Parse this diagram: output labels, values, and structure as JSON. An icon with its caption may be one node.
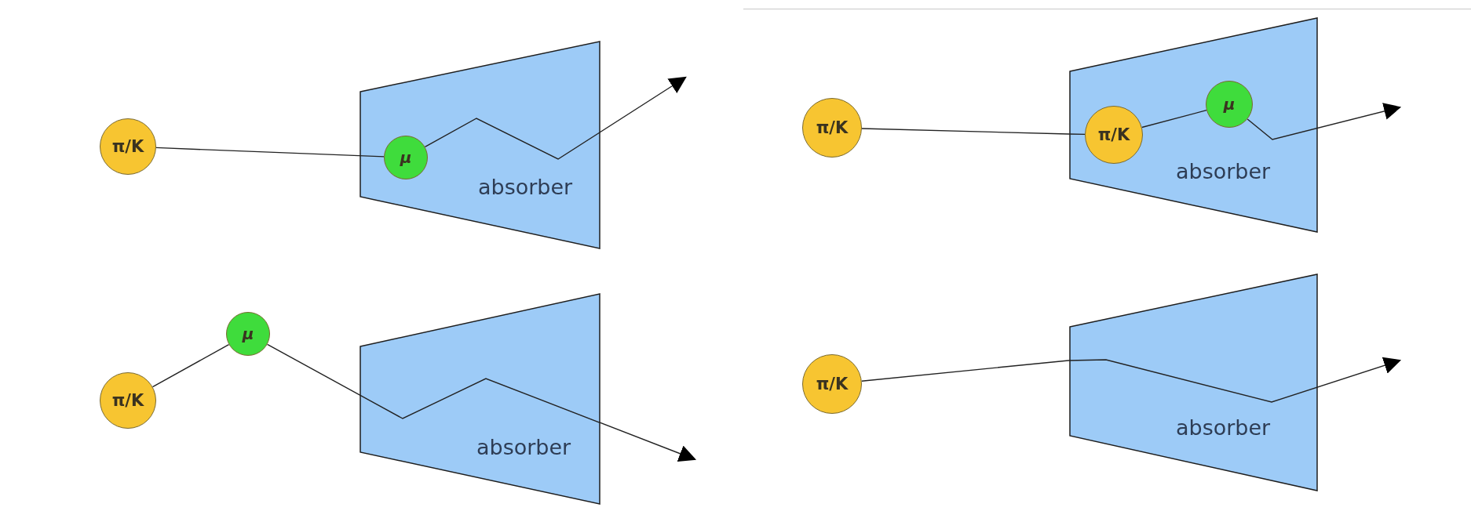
{
  "diagram": {
    "nodes": [
      {
        "text": [
          "π/K"
        ]
      },
      {
        "text": [
          "absorber"
        ]
      },
      {
        "text": [
          "μ"
        ],
        "in": 1
      },
      {
        "text": [
          "π/K"
        ]
      },
      {
        "text": [
          "absorber"
        ]
      },
      {
        "text": [
          "π/K"
        ],
        "in": 4
      },
      {
        "text": [
          "μ"
        ],
        "in": 4
      },
      {
        "text": [
          "π/K"
        ]
      },
      {
        "text": [
          "μ"
        ]
      },
      {
        "text": [
          "absorber"
        ]
      },
      {
        "text": [
          "π/K"
        ]
      },
      {
        "text": [
          "absorber"
        ]
      }
    ],
    "edges": [
      {
        "from": 0,
        "to": 2,
        "arrow": "none"
      },
      {
        "from": 2,
        "to": null,
        "arrow": "to"
      },
      {
        "from": 3,
        "to": 5,
        "arrow": "none"
      },
      {
        "from": 5,
        "to": 6,
        "arrow": "none"
      },
      {
        "from": 6,
        "to": null,
        "arrow": "to"
      },
      {
        "from": 7,
        "to": 8,
        "arrow": "none"
      },
      {
        "from": 8,
        "to": null,
        "arrow": "to"
      },
      {
        "from": 10,
        "to": null,
        "arrow": "to"
      }
    ]
  }
}
